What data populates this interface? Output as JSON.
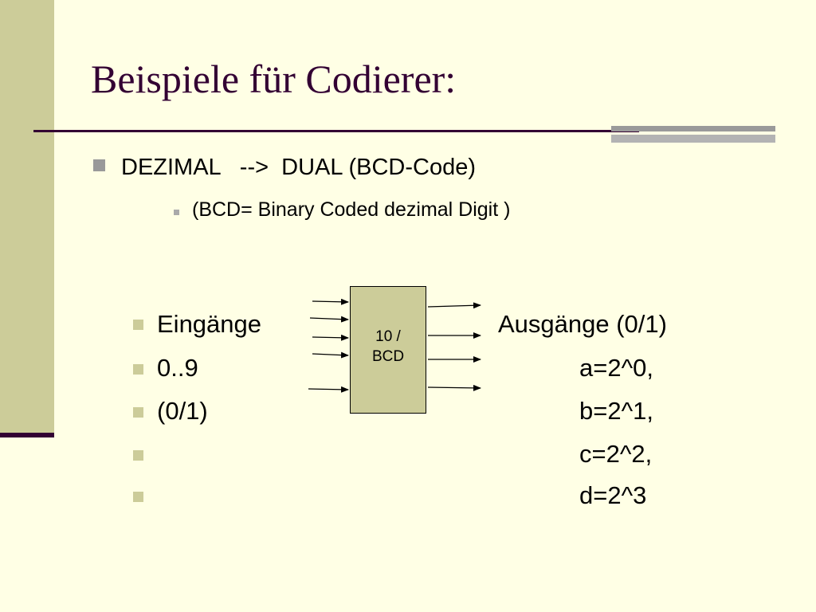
{
  "slide": {
    "title": "Beispiele für Codierer:",
    "bullets": {
      "main": "DEZIMAL   -->  DUAL (BCD-Code)",
      "sub": "(BCD= Binary Coded dezimal Digit )"
    },
    "left_items": [
      "Eingänge",
      "0..9",
      "(0/1)",
      "",
      ""
    ],
    "outputs_heading": "Ausgänge (0/1)",
    "outputs": [
      "a=2^0,",
      "b=2^1,",
      "c=2^2,",
      "d=2^3"
    ],
    "encoder": {
      "label": "10 /\nBCD",
      "input_count": 5,
      "output_count": 4
    }
  },
  "colors": {
    "background": "#ffffe5",
    "band": "#cccc99",
    "title": "#330033",
    "rule_accent": "#999999"
  }
}
